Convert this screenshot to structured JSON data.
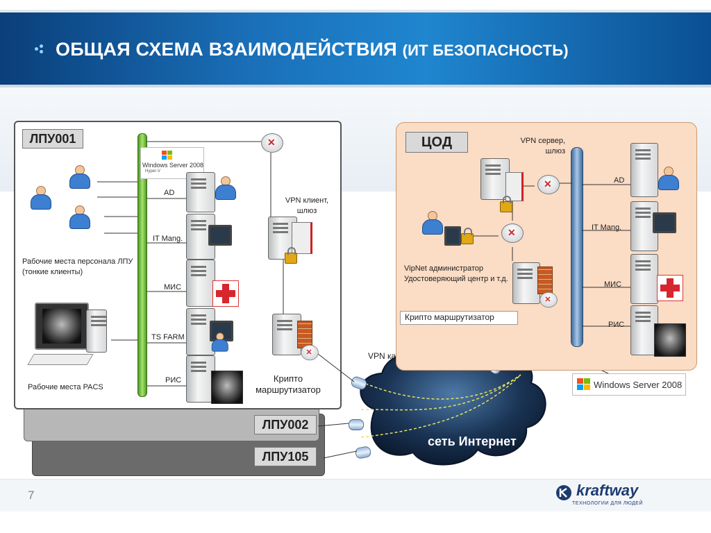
{
  "slide": {
    "title": "ОБЩАЯ СХЕМА ВЗАИМОДЕЙСТВИЯ",
    "title_suffix": "(ИТ БЕЗОПАСНОСТЬ)",
    "page_number": "7"
  },
  "logo": {
    "name": "kraftway",
    "tagline": "ТЕХНОЛОГИИ ДЛЯ ЛЮДЕЙ"
  },
  "lpu001": {
    "label": "ЛПУ001",
    "windows_badge": "Windows Server 2008",
    "windows_badge_sub": "Hyper-V",
    "servers": [
      "AD",
      "IT Mang.",
      "МИС",
      "TS FARM",
      "РИС"
    ],
    "staff_caption": "Рабочие места персонала ЛПУ (тонкие клиенты)",
    "pacs_caption": "Рабочие места PACS",
    "vpn_client": "VPN клиент, шлюз",
    "crypto_router": "Крипто маршрутизатор"
  },
  "lpu_other": [
    "ЛПУ002",
    "ЛПУ105"
  ],
  "cod": {
    "label": "ЦОД",
    "vpn_server": "VPN сервер, шлюз",
    "vipnet_caption": "VipNet администратор Удостоверяющий центр и т.д.",
    "crypto_router": "Крипто маршрутизатор",
    "servers": [
      "AD",
      "IT Mang.",
      "МИС",
      "РИС"
    ],
    "windows_badge": "Windows Server 2008"
  },
  "network": {
    "vpn_channels": "VPN каналы ЛПУ",
    "internet": "сеть Интернет"
  },
  "colors": {
    "header": "#1a6fb8",
    "cod_bg": "#fbdcc4",
    "bus": "#8dd35f",
    "bus_cod": "#6f95c0"
  }
}
